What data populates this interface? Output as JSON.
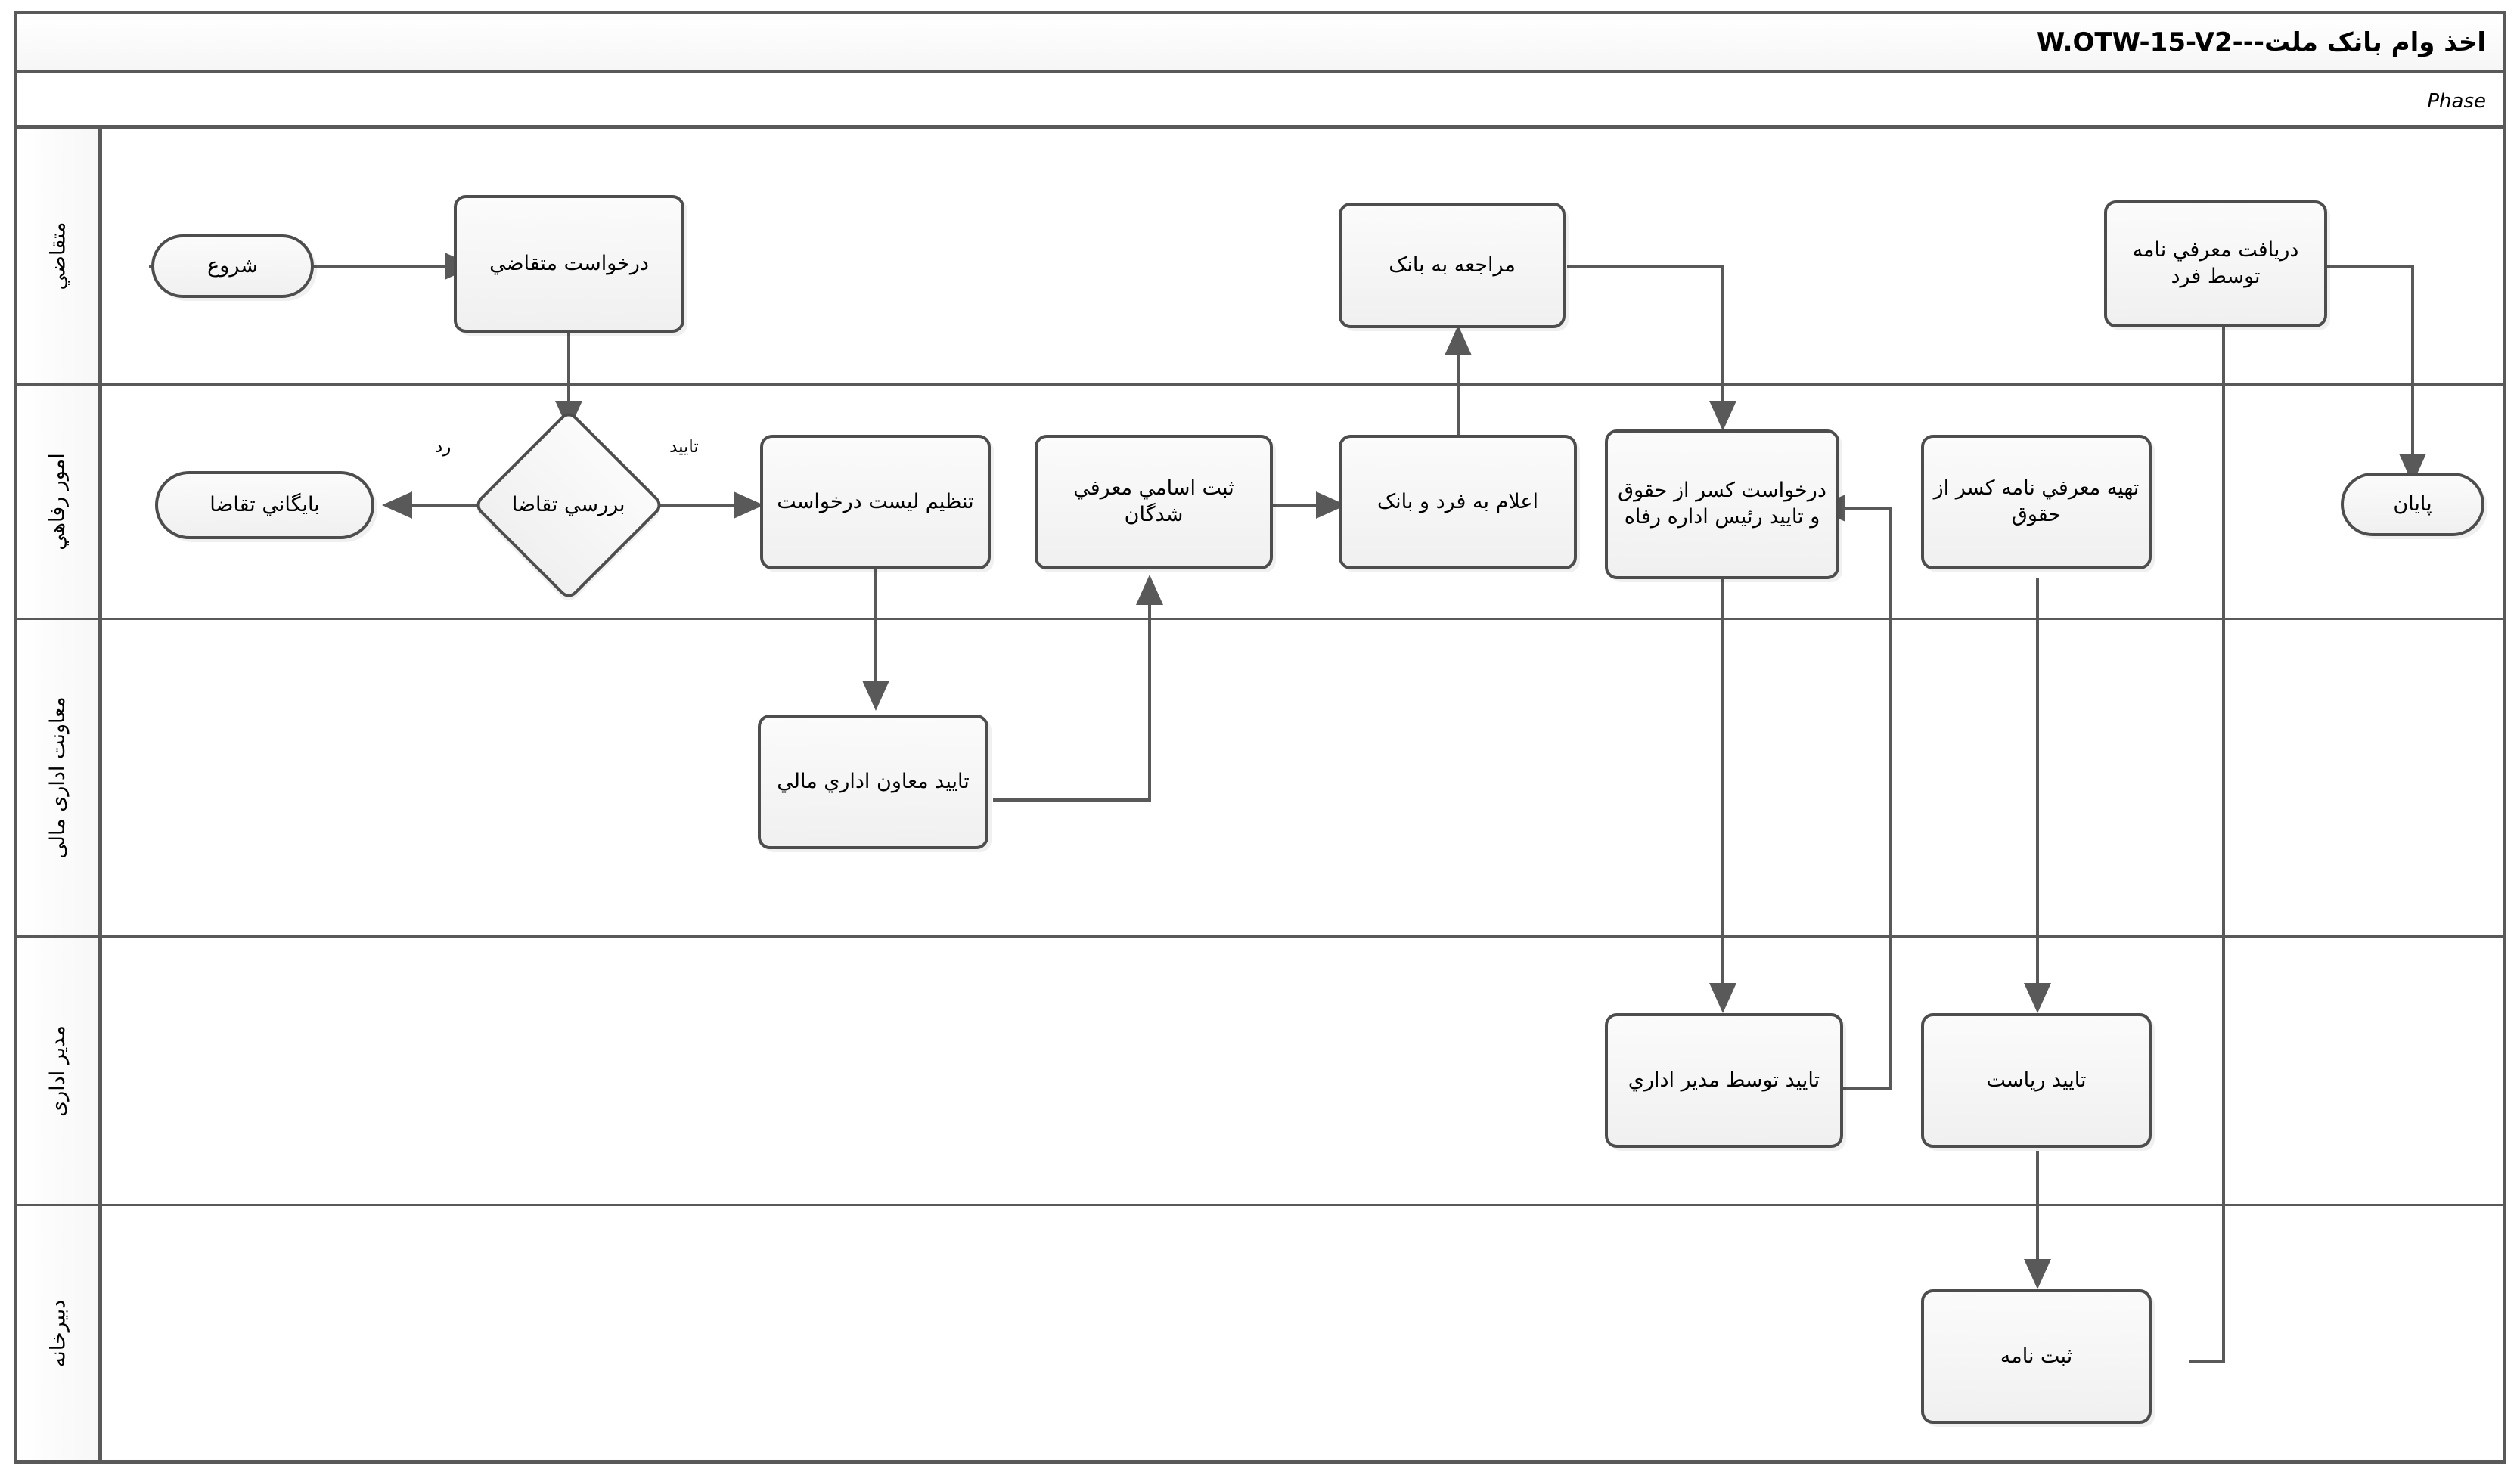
{
  "diagram": {
    "title": "اخذ وام بانک ملت---W.OTW-15-V2",
    "phase_label": "Phase",
    "type": "bpmn-swimlane-flowchart",
    "accent_color": "#595959",
    "node_fill": "#f5f5f5",
    "node_border": "#4d4d4d"
  },
  "lanes": [
    {
      "id": "lane-applicant",
      "label": "متقاضي"
    },
    {
      "id": "lane-welfare",
      "label": "امور رفاهي"
    },
    {
      "id": "lane-finance-deputy",
      "label": "معاونت اداری مالی"
    },
    {
      "id": "lane-admin-manager",
      "label": "مدیر اداری"
    },
    {
      "id": "lane-secretariat",
      "label": "دبیرخانه"
    }
  ],
  "nodes": {
    "start": {
      "label": "شروع",
      "shape": "event",
      "lane": "lane-applicant"
    },
    "applicant_request": {
      "label": "درخواست متقاضي",
      "shape": "task",
      "lane": "lane-applicant"
    },
    "visit_bank": {
      "label": "مراجعه به بانک",
      "shape": "task",
      "lane": "lane-applicant"
    },
    "receive_letter": {
      "label": "دريافت معرفي نامه توسط فرد",
      "shape": "task",
      "lane": "lane-applicant"
    },
    "review_request": {
      "label": "بررسي تقاضا",
      "shape": "gateway",
      "lane": "lane-welfare"
    },
    "archive_request": {
      "label": "بايگاني تقاضا",
      "shape": "event",
      "lane": "lane-welfare"
    },
    "arrange_list": {
      "label": "تنظیم لیست درخواست",
      "shape": "task",
      "lane": "lane-welfare"
    },
    "register_names": {
      "label": "ثبت اسامي معرفي شدگان",
      "shape": "task",
      "lane": "lane-welfare"
    },
    "notify_person_bank": {
      "label": "اعلام به فرد و بانک",
      "shape": "task",
      "lane": "lane-welfare"
    },
    "payroll_deduction": {
      "label": "درخواست کسر از حقوق و تاييد رئيس اداره رفاه",
      "shape": "task",
      "lane": "lane-welfare"
    },
    "prepare_letter": {
      "label": "تهیه معرفي نامه کسر از حقوق",
      "shape": "task",
      "lane": "lane-welfare"
    },
    "end": {
      "label": "پايان",
      "shape": "event",
      "lane": "lane-welfare"
    },
    "finance_deputy_ok": {
      "label": "تاييد معاون اداري مالي",
      "shape": "task",
      "lane": "lane-finance-deputy"
    },
    "admin_manager_ok": {
      "label": "تاييد توسط مدير اداري",
      "shape": "task",
      "lane": "lane-admin-manager"
    },
    "presidency_ok": {
      "label": "تاييد رياست",
      "shape": "task",
      "lane": "lane-admin-manager"
    },
    "register_letter": {
      "label": "ثبت نامه",
      "shape": "task",
      "lane": "lane-secretariat"
    }
  },
  "edge_labels": {
    "reject": "رد",
    "approve": "تاييد"
  },
  "edges": [
    {
      "from": "start",
      "to": "applicant_request"
    },
    {
      "from": "applicant_request",
      "to": "review_request"
    },
    {
      "from": "review_request",
      "to": "archive_request",
      "label": "رد"
    },
    {
      "from": "review_request",
      "to": "arrange_list",
      "label": "تاييد"
    },
    {
      "from": "arrange_list",
      "to": "finance_deputy_ok"
    },
    {
      "from": "finance_deputy_ok",
      "to": "register_names"
    },
    {
      "from": "register_names",
      "to": "notify_person_bank"
    },
    {
      "from": "notify_person_bank",
      "to": "visit_bank"
    },
    {
      "from": "visit_bank",
      "to": "payroll_deduction"
    },
    {
      "from": "payroll_deduction",
      "to": "admin_manager_ok"
    },
    {
      "from": "admin_manager_ok",
      "to": "prepare_letter"
    },
    {
      "from": "prepare_letter",
      "to": "presidency_ok"
    },
    {
      "from": "presidency_ok",
      "to": "register_letter"
    },
    {
      "from": "register_letter",
      "to": "receive_letter"
    },
    {
      "from": "receive_letter",
      "to": "end"
    }
  ]
}
